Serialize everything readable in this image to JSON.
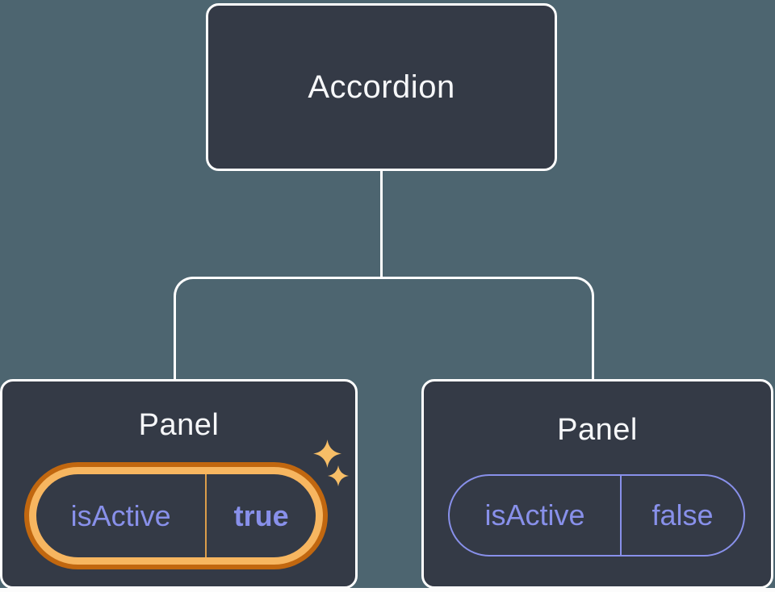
{
  "diagram": {
    "type": "component-tree",
    "root": {
      "label": "Accordion"
    },
    "children": [
      {
        "label": "Panel",
        "state_name": "isActive",
        "state_value": "true",
        "highlighted": true,
        "sparkles": true
      },
      {
        "label": "Panel",
        "state_name": "isActive",
        "state_value": "false",
        "highlighted": false,
        "sparkles": false
      }
    ]
  },
  "colors": {
    "background": "#4D6570",
    "card": "#343A46",
    "card_border": "#FFFFFF",
    "connector": "#FFFFFF",
    "title_text": "#F6F7F9",
    "state_text": "#8890EA",
    "state_border": "#8890EA",
    "highlight_outer": "#C1670F",
    "highlight_inner": "#F7B660",
    "highlight_divider": "#DB9D4A",
    "sparkle": "#F7BE67",
    "bottom_strip": "#FCFCFC"
  }
}
